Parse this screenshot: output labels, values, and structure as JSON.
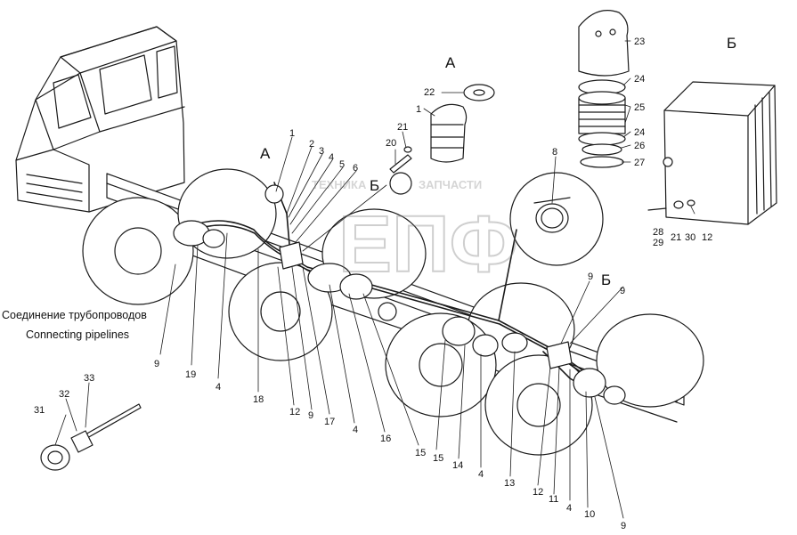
{
  "caption": {
    "ru": "Соединение трубопроводов",
    "en": "Connecting pipelines"
  },
  "view_labels": [
    "А",
    "Б",
    "А",
    "Б",
    "Б"
  ],
  "watermark": {
    "line1": "ТЕХНИКА",
    "line2": "ЗАПЧАСТИ",
    "big": "ЕПФ"
  },
  "callouts": [
    "1",
    "2",
    "3",
    "4",
    "5",
    "6",
    "20",
    "21",
    "22",
    "1",
    "23",
    "24",
    "25",
    "24",
    "26",
    "27",
    "8",
    "28",
    "29",
    "21",
    "30",
    "12",
    "9",
    "19",
    "4",
    "18",
    "12",
    "9",
    "17",
    "4",
    "16",
    "15",
    "15",
    "14",
    "4",
    "13",
    "12",
    "11",
    "4",
    "10",
    "9",
    "9",
    "9",
    "31",
    "32",
    "33"
  ]
}
